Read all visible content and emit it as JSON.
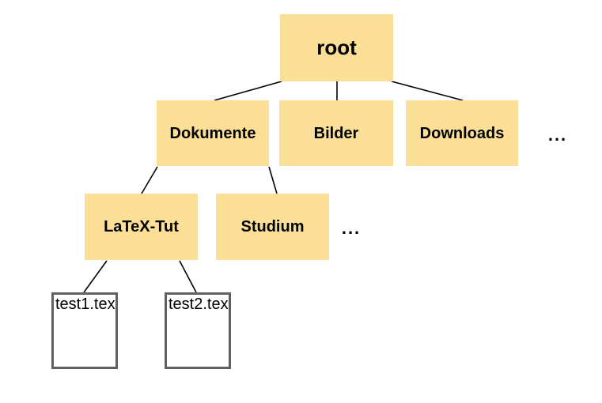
{
  "diagram": {
    "kind": "file-system-tree",
    "colors": {
      "folder_fill": "#FBDF96",
      "file_border": "#606060",
      "connector": "#000000",
      "text": "#000000",
      "background": "#FFFFFF"
    },
    "tree": {
      "root": {
        "label": "root",
        "type": "folder"
      },
      "level2": {
        "nodes": [
          {
            "label": "Dokumente",
            "type": "folder"
          },
          {
            "label": "Bilder",
            "type": "folder"
          },
          {
            "label": "Downloads",
            "type": "folder"
          }
        ],
        "ellipsis": "..."
      },
      "level3": {
        "parent": "Dokumente",
        "nodes": [
          {
            "label": "LaTeX-Tut",
            "type": "folder"
          },
          {
            "label": "Studium",
            "type": "folder"
          }
        ],
        "ellipsis": "..."
      },
      "level4": {
        "parent": "LaTeX-Tut",
        "files": [
          {
            "label": "test1.tex",
            "type": "file"
          },
          {
            "label": "test2.tex",
            "type": "file"
          }
        ]
      }
    }
  }
}
